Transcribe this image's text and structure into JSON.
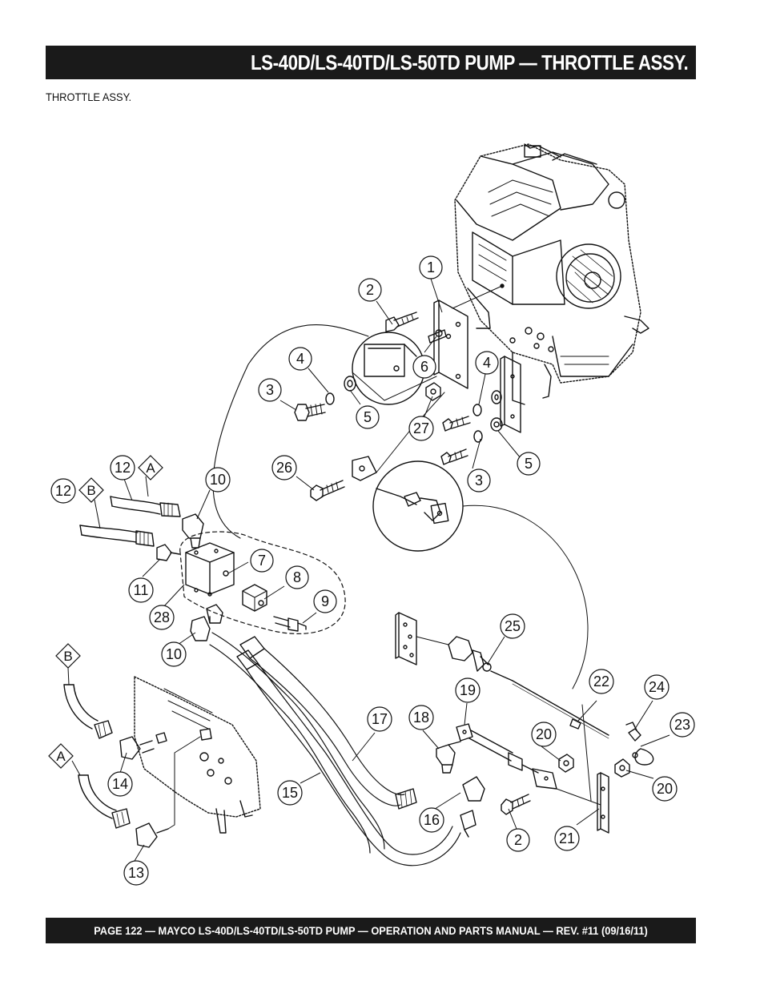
{
  "header": {
    "title": "LS-40D/LS-40TD/LS-50TD PUMP — THROTTLE ASSY."
  },
  "section_label": "THROTTLE ASSY.",
  "footer": {
    "text": "PAGE 122 — MAYCO LS-40D/LS-40TD/LS-50TD PUMP — OPERATION AND PARTS MANUAL — REV. #11  (09/16/11)"
  },
  "callouts": [
    {
      "id": "c1",
      "label": "1"
    },
    {
      "id": "c2a",
      "label": "2"
    },
    {
      "id": "c3a",
      "label": "3"
    },
    {
      "id": "c4a",
      "label": "4"
    },
    {
      "id": "c6",
      "label": "6"
    },
    {
      "id": "c5a",
      "label": "5"
    },
    {
      "id": "c4b",
      "label": "4"
    },
    {
      "id": "c27",
      "label": "27"
    },
    {
      "id": "c5b",
      "label": "5"
    },
    {
      "id": "c26",
      "label": "26"
    },
    {
      "id": "c3b",
      "label": "3"
    },
    {
      "id": "c12a",
      "label": "12"
    },
    {
      "id": "c12b",
      "label": "12"
    },
    {
      "id": "c10a",
      "label": "10"
    },
    {
      "id": "c7",
      "label": "7"
    },
    {
      "id": "c8",
      "label": "8"
    },
    {
      "id": "c11",
      "label": "11"
    },
    {
      "id": "c28",
      "label": "28"
    },
    {
      "id": "c9",
      "label": "9"
    },
    {
      "id": "c10b",
      "label": "10"
    },
    {
      "id": "c25",
      "label": "25"
    },
    {
      "id": "c22",
      "label": "22"
    },
    {
      "id": "c24",
      "label": "24"
    },
    {
      "id": "c19",
      "label": "19"
    },
    {
      "id": "c17",
      "label": "17"
    },
    {
      "id": "c18",
      "label": "18"
    },
    {
      "id": "c20a",
      "label": "20"
    },
    {
      "id": "c23",
      "label": "23"
    },
    {
      "id": "c14",
      "label": "14"
    },
    {
      "id": "c15",
      "label": "15"
    },
    {
      "id": "c16",
      "label": "16"
    },
    {
      "id": "c20b",
      "label": "20"
    },
    {
      "id": "c2b",
      "label": "2"
    },
    {
      "id": "c21",
      "label": "21"
    },
    {
      "id": "c13",
      "label": "13"
    }
  ],
  "refs": [
    {
      "id": "rA1",
      "label": "A"
    },
    {
      "id": "rB1",
      "label": "B"
    },
    {
      "id": "rB2",
      "label": "B"
    },
    {
      "id": "rA2",
      "label": "A"
    }
  ]
}
